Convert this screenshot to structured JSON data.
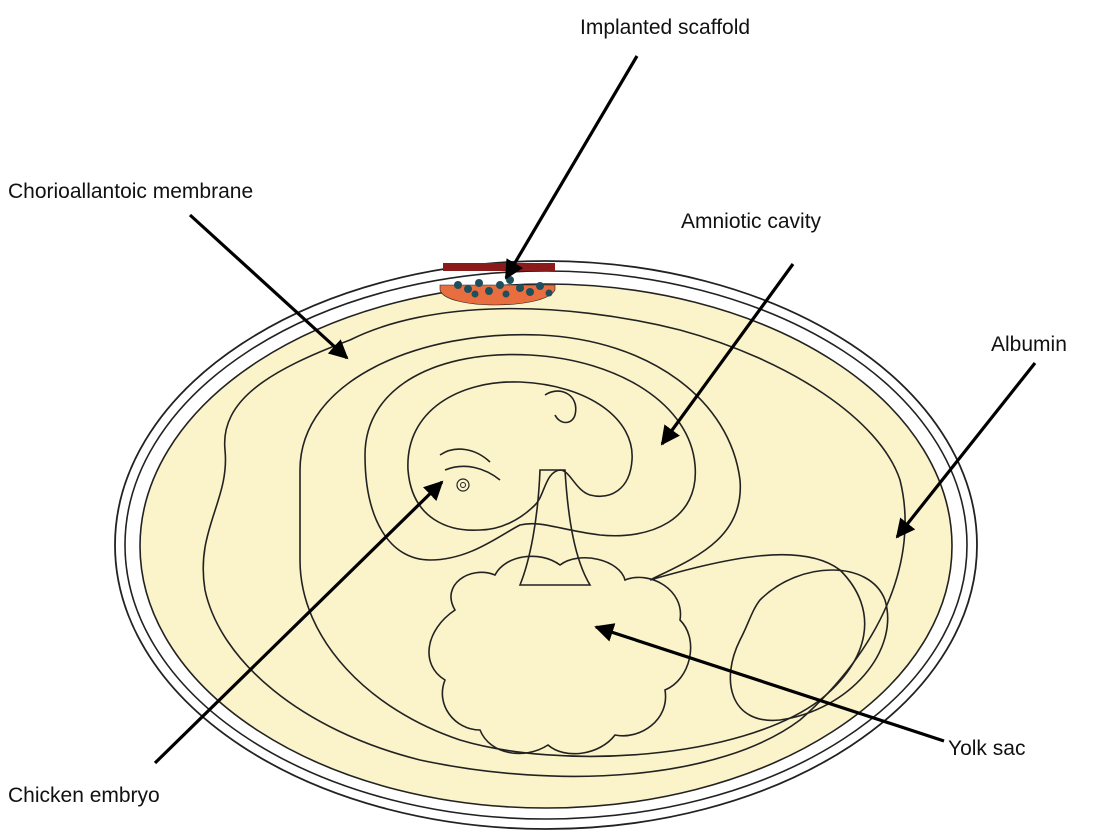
{
  "labels": {
    "implanted_scaffold": "Implanted scaffold",
    "chorioallantoic_membrane": "Chorioallantoic membrane",
    "amniotic_cavity": "Amniotic cavity",
    "albumin": "Albumin",
    "chicken_embryo": "Chicken embryo",
    "yolk_sac": "Yolk sac"
  },
  "colors": {
    "shell_interior": "#fdf6d8",
    "albumin": "#fbf3c9",
    "chorioallantoic_membrane": "#e8cdc0",
    "amniotic_cavity": "#f6e3e1",
    "embryo": "#f7dacb",
    "yolk_sac": "#f4dc97",
    "scaffold_base": "#e86d3f",
    "scaffold_top": "#8b1a1a",
    "scaffold_cells": "#1e4f5c",
    "outline": "#222222",
    "arrow": "#000000"
  }
}
